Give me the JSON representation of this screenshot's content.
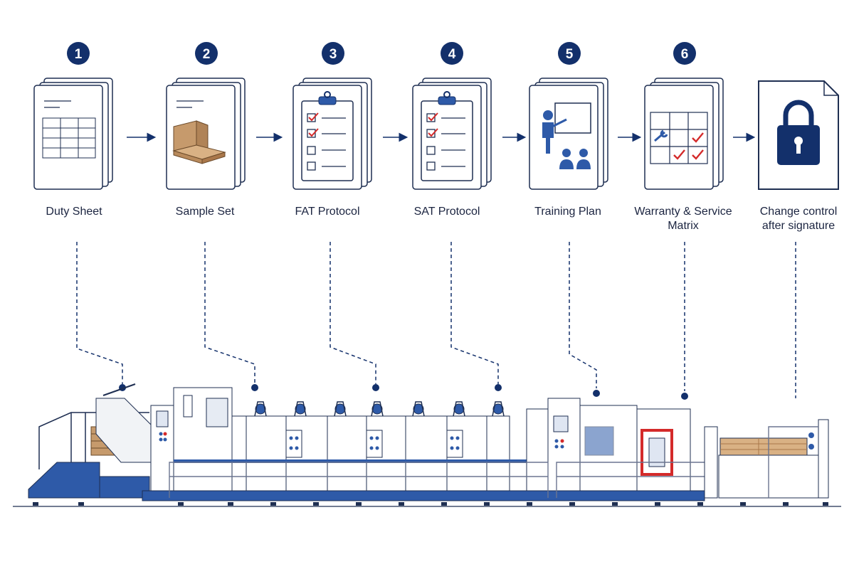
{
  "colors": {
    "navy": "#13306b",
    "accent_red": "#d42a2a",
    "cardboard": "#c69a6c",
    "machine_blue": "#2e5aa8",
    "outline": "#1f2f52"
  },
  "steps": [
    {
      "number": "1",
      "label": "Duty Sheet",
      "icon": "table-document-icon"
    },
    {
      "number": "2",
      "label": "Sample Set",
      "icon": "cardboard-box-icon"
    },
    {
      "number": "3",
      "label": "FAT Protocol",
      "icon": "clipboard-checklist-icon"
    },
    {
      "number": "4",
      "label": "SAT Protocol",
      "icon": "clipboard-checklist-icon"
    },
    {
      "number": "5",
      "label": "Training Plan",
      "icon": "presentation-training-icon"
    },
    {
      "number": "6",
      "label": "Warranty & Service Matrix",
      "icon": "wrench-matrix-icon"
    }
  ],
  "final_step": {
    "label": "Change control after signature",
    "icon": "padlock-icon"
  },
  "machine": {
    "name_icon": "corrugated-flexo-folder-gluer-machine-illustration"
  }
}
